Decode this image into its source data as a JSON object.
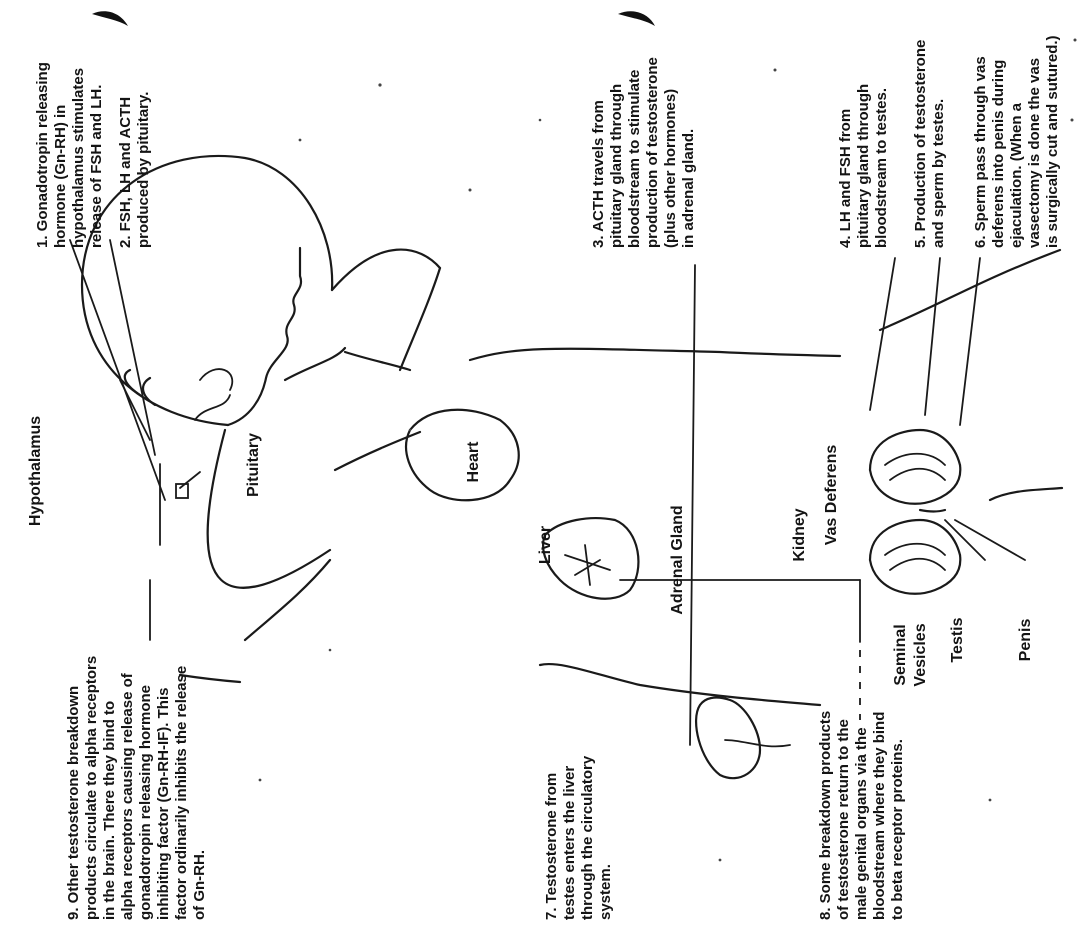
{
  "labels": {
    "hypothalamus": "Hypothalamus",
    "pituitary": "Pituitary",
    "heart": "Heart",
    "liver": "Liver",
    "adrenal_gland": "Adrenal Gland",
    "kidney": "Kidney",
    "vas_deferens": "Vas Deferens",
    "seminal_vesicles_1": "Seminal",
    "seminal_vesicles_2": "Vesicles",
    "testis": "Testis",
    "penis": "Penis"
  },
  "steps": {
    "step1": [
      "1. Gonadotropin releasing",
      "hormone (Gn-RH) in",
      "hypothalamus stimulates",
      "release of FSH and LH."
    ],
    "step2": [
      "2. FSH, LH and ACTH",
      "produced by pituitary."
    ],
    "step3": [
      "3. ACTH travels from",
      "pituitary gland through",
      "bloodstream to stimulate",
      "production of testosterone",
      "(plus other hormones)",
      "in adrenal gland."
    ],
    "step4": [
      "4. LH and FSH from",
      "pituitary gland through",
      "bloodstream to testes."
    ],
    "step5": [
      "5. Production of testosterone",
      "and sperm by testes."
    ],
    "step6": [
      "6. Sperm pass through vas",
      "deferens into penis during",
      "ejaculation. (When a",
      "vasectomy is done the vas",
      "is surgically cut and sutured.)"
    ],
    "step7": [
      "7. Testosterone from",
      "testes enters the liver",
      "through the circulatory",
      "system."
    ],
    "step8": [
      "8. Some breakdown products",
      "of testosterone return to the",
      "male genital organs via the",
      "bloodstream where they bind",
      "to beta receptor proteins."
    ],
    "step9": [
      "9. Other testosterone breakdown",
      "products circulate to alpha receptors",
      "in the brain. There they bind to",
      "alpha receptors causing release of",
      "gonadotropin releasing hormone",
      "inhibiting factor (Gn-RH-IF). This",
      "factor ordinarily inhibits the release",
      "of Gn-RH."
    ]
  }
}
